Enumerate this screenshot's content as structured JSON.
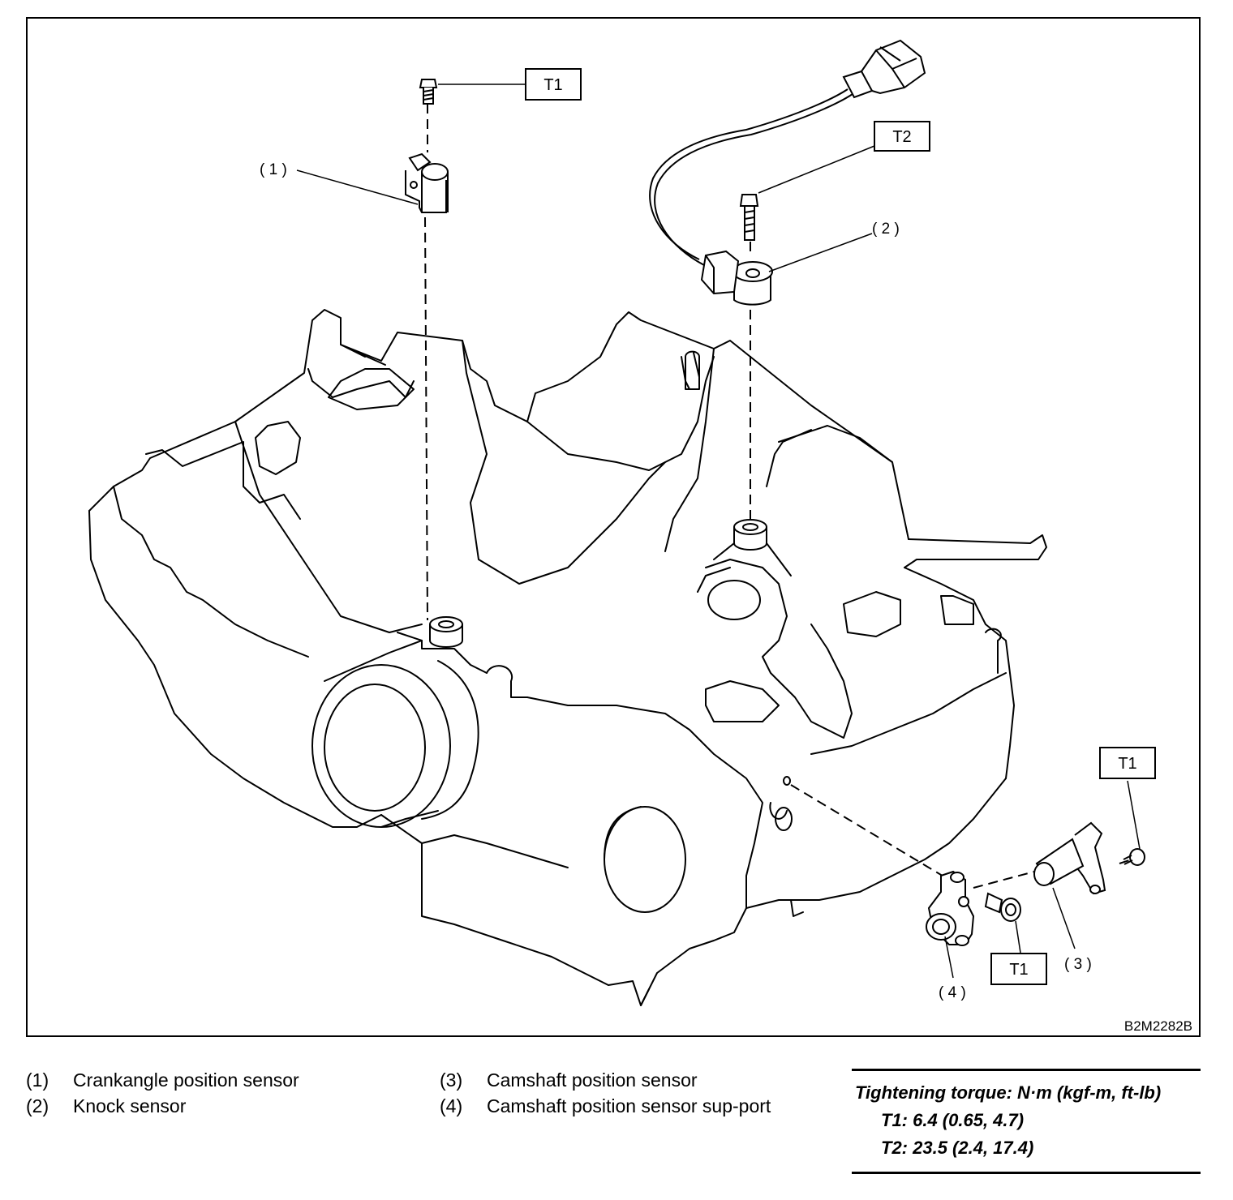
{
  "figure": {
    "code": "B2M2282B",
    "callouts": {
      "c1": "( 1 )",
      "c2": "( 2 )",
      "c3": "( 3 )",
      "c4": "( 4 )"
    },
    "torque_tags": {
      "t1_top": "T1",
      "t2": "T2",
      "t1_right": "T1",
      "t1_bottom": "T1"
    }
  },
  "legend": {
    "items": [
      {
        "num": "(1)",
        "text": "Crankangle position sensor"
      },
      {
        "num": "(2)",
        "text": "Knock sensor"
      },
      {
        "num": "(3)",
        "text": "Camshaft position sensor"
      },
      {
        "num": "(4)",
        "text": "Camshaft position sensor sup-port"
      }
    ]
  },
  "torque": {
    "heading": "Tightening torque: N·m (kgf-m, ft-lb)",
    "t1": "T1: 6.4 (0.65, 4.7)",
    "t2": "T2: 23.5 (2.4, 17.4)"
  }
}
